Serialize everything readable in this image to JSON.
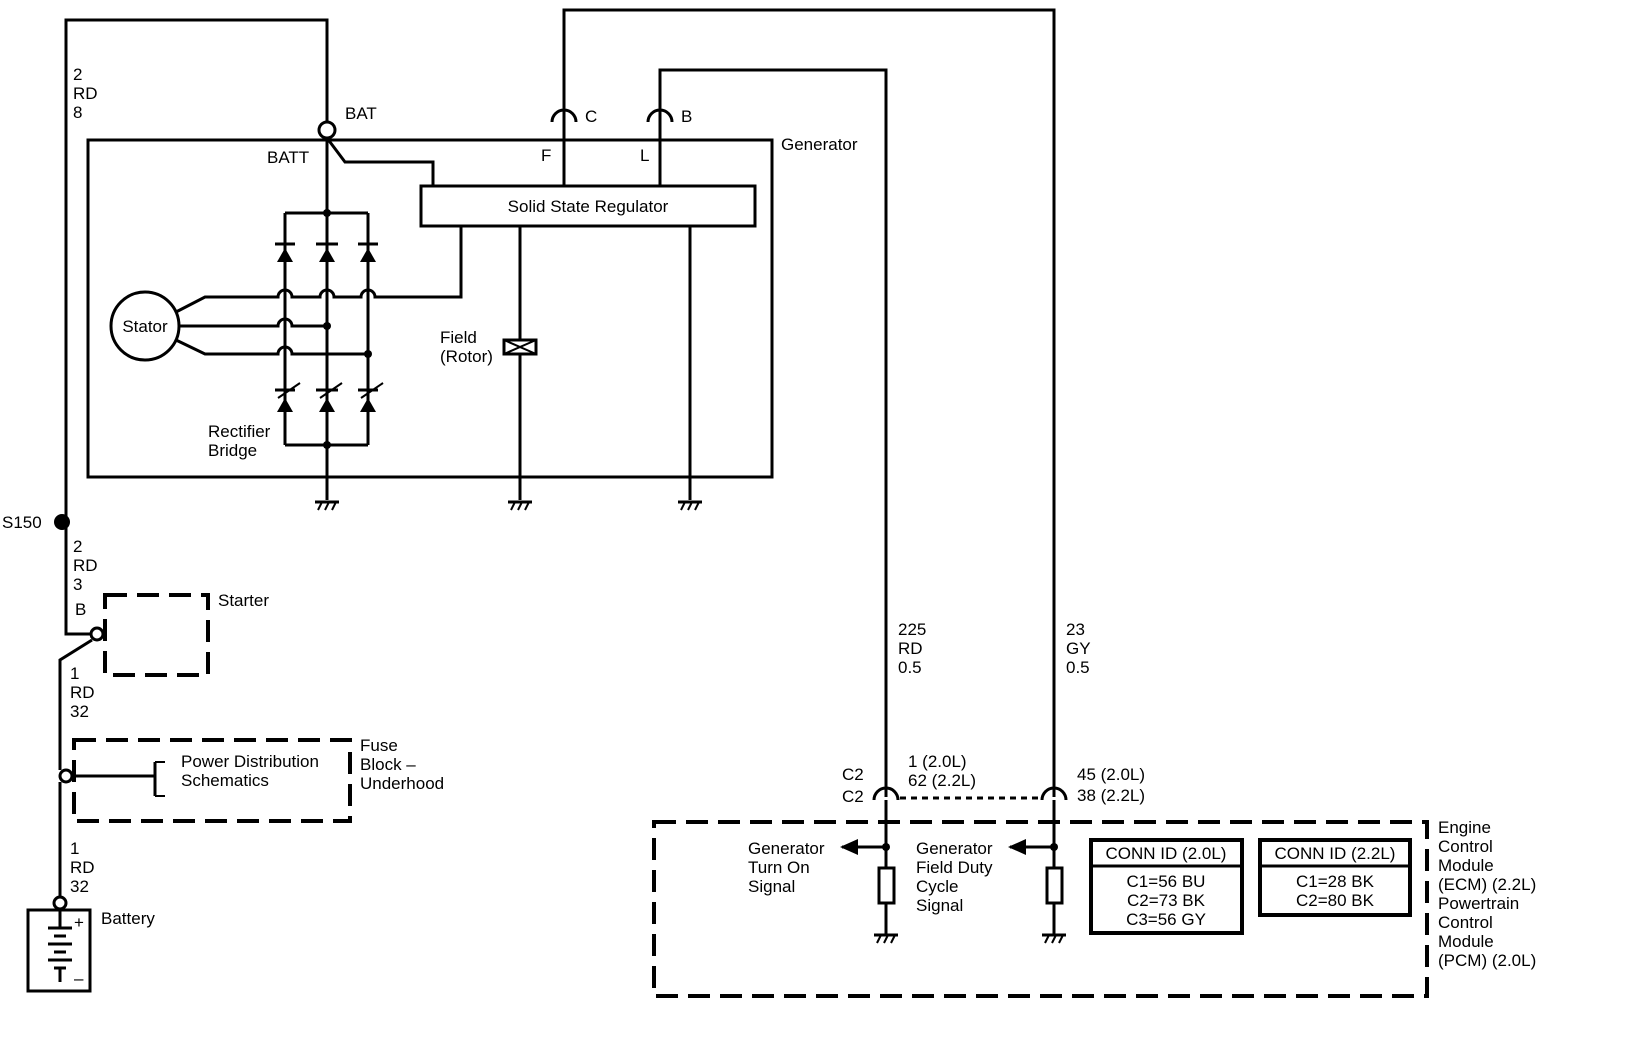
{
  "generator": {
    "title": "Generator",
    "terminal_bat": "BAT",
    "terminal_batt": "BATT",
    "terminal_c": "C",
    "terminal_b": "B",
    "pin_f": "F",
    "pin_l": "L",
    "regulator": "Solid State Regulator",
    "stator": "Stator",
    "field_line1": "Field",
    "field_line2": "(Rotor)",
    "rectifier_line1": "Rectifier",
    "rectifier_line2": "Bridge"
  },
  "wires": {
    "top_left": [
      "2",
      "RD",
      "8"
    ],
    "s150_lower": [
      "2",
      "RD",
      "3"
    ],
    "starter_to_fuse": [
      "1",
      "RD",
      "32"
    ],
    "fuse_to_battery": [
      "1",
      "RD",
      "32"
    ],
    "circuit_225": [
      "225",
      "RD",
      "0.5"
    ],
    "circuit_23": [
      "23",
      "GY",
      "0.5"
    ]
  },
  "splice": "S150",
  "starter": {
    "label": "Starter",
    "terminal": "B"
  },
  "fuse_block": {
    "inner_line1": "Power Distribution",
    "inner_line2": "Schematics",
    "label_line1": "Fuse",
    "label_line2": "Block –",
    "label_line3": "Underhood"
  },
  "battery": {
    "label": "Battery",
    "plus": "+",
    "minus": "–"
  },
  "ecm": {
    "conn_left_line1": "C2",
    "conn_left_line2": "C2",
    "pin_left_line1": "1 (2.0L)",
    "pin_left_line2": "62 (2.2L)",
    "pin_right_line1": "45 (2.0L)",
    "pin_right_line2": "38 (2.2L)",
    "signal_turn_on": [
      "Generator",
      "Turn On",
      "Signal"
    ],
    "signal_field_duty": [
      "Generator",
      "Field Duty",
      "Cycle",
      "Signal"
    ],
    "conn_id_20": {
      "title": "CONN ID (2.0L)",
      "rows": [
        "C1=56 BU",
        "C2=73 BK",
        "C3=56 GY"
      ]
    },
    "conn_id_22": {
      "title": "CONN ID (2.2L)",
      "rows": [
        "C1=28 BK",
        "C2=80 BK"
      ]
    },
    "module_label": [
      "Engine",
      "Control",
      "Module",
      "(ECM) (2.2L)",
      "Powertrain",
      "Control",
      "Module",
      "(PCM) (2.0L)"
    ]
  }
}
